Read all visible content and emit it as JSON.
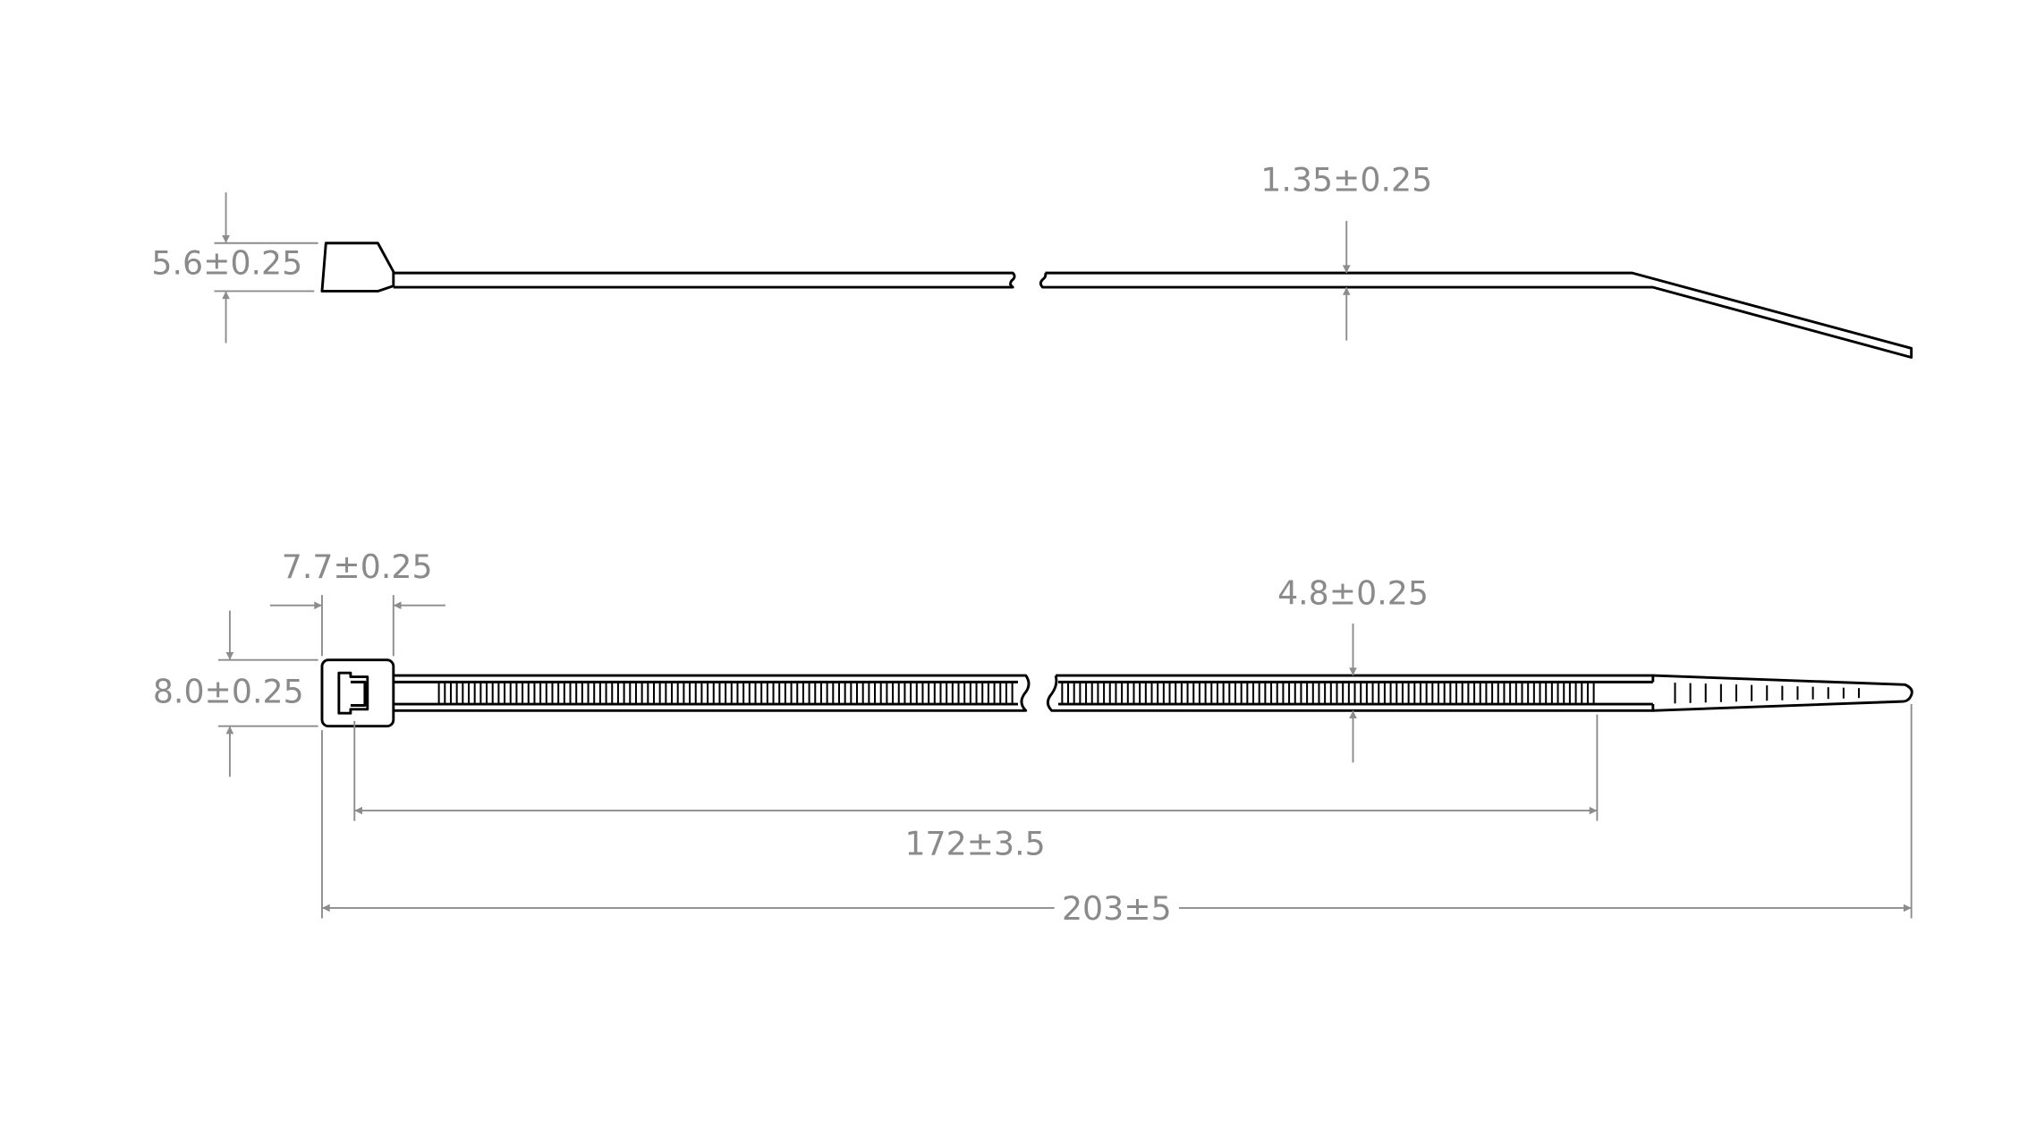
{
  "dimensions": {
    "head_height_side": "5.6±0.25",
    "strap_thickness": "1.35±0.25",
    "head_length": "7.7±0.25",
    "head_width": "8.0±0.25",
    "strap_width": "4.8±0.25",
    "serrated_length": "172±3.5",
    "overall_length": "203±5"
  },
  "colors": {
    "outline": "#000000",
    "dimension": "#8c8c8c"
  }
}
